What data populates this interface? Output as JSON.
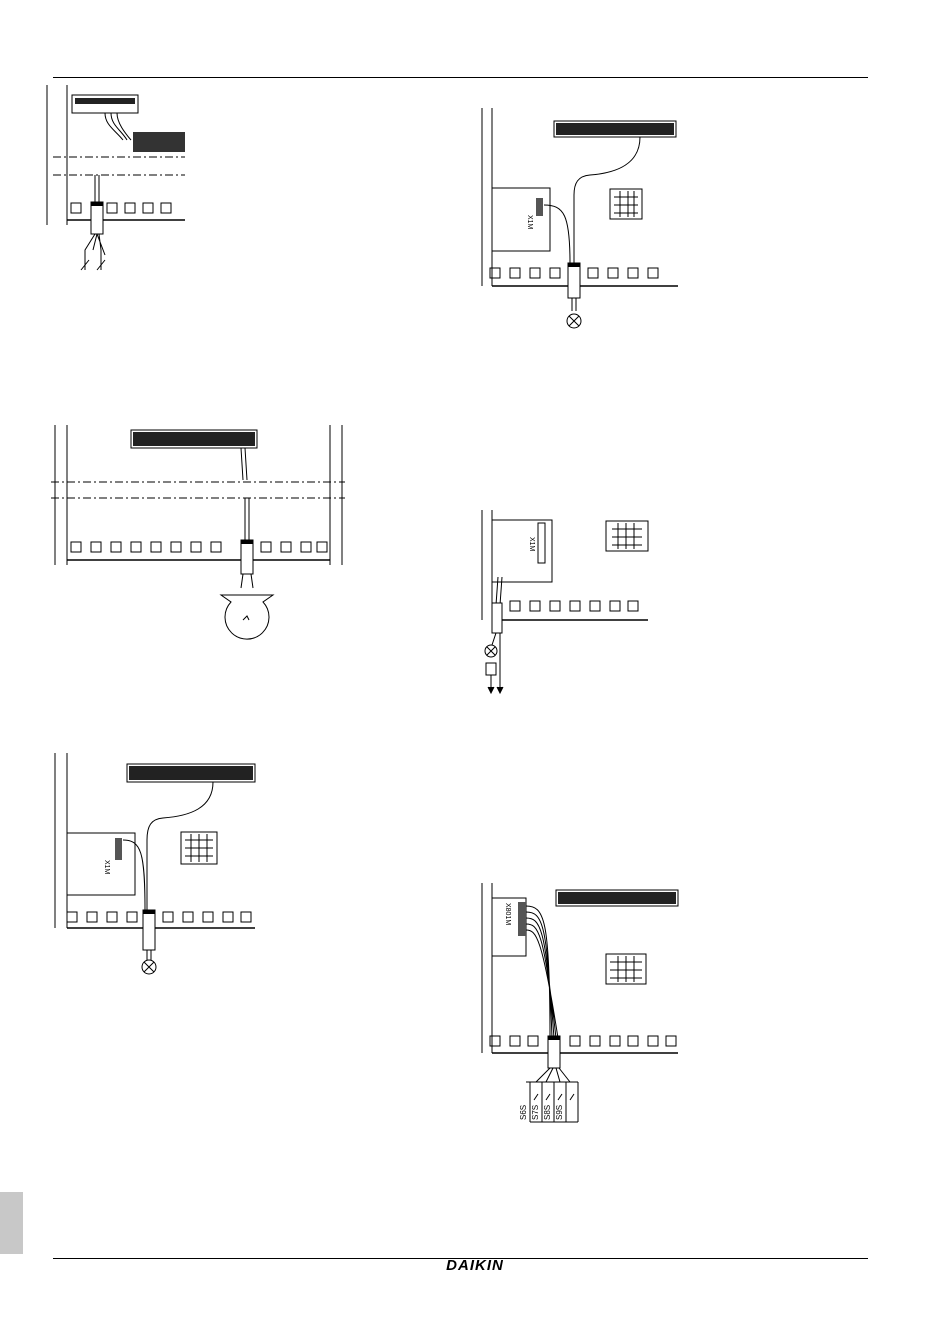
{
  "brand": {
    "logo_text": "DAIKIN"
  },
  "colors": {
    "line": "#000000",
    "tab": "#c8c8c8"
  },
  "labels": {
    "x1m": "X1M",
    "x801m": "X801M",
    "switches": [
      "S6S",
      "S7S",
      "S8S",
      "S9S"
    ]
  }
}
